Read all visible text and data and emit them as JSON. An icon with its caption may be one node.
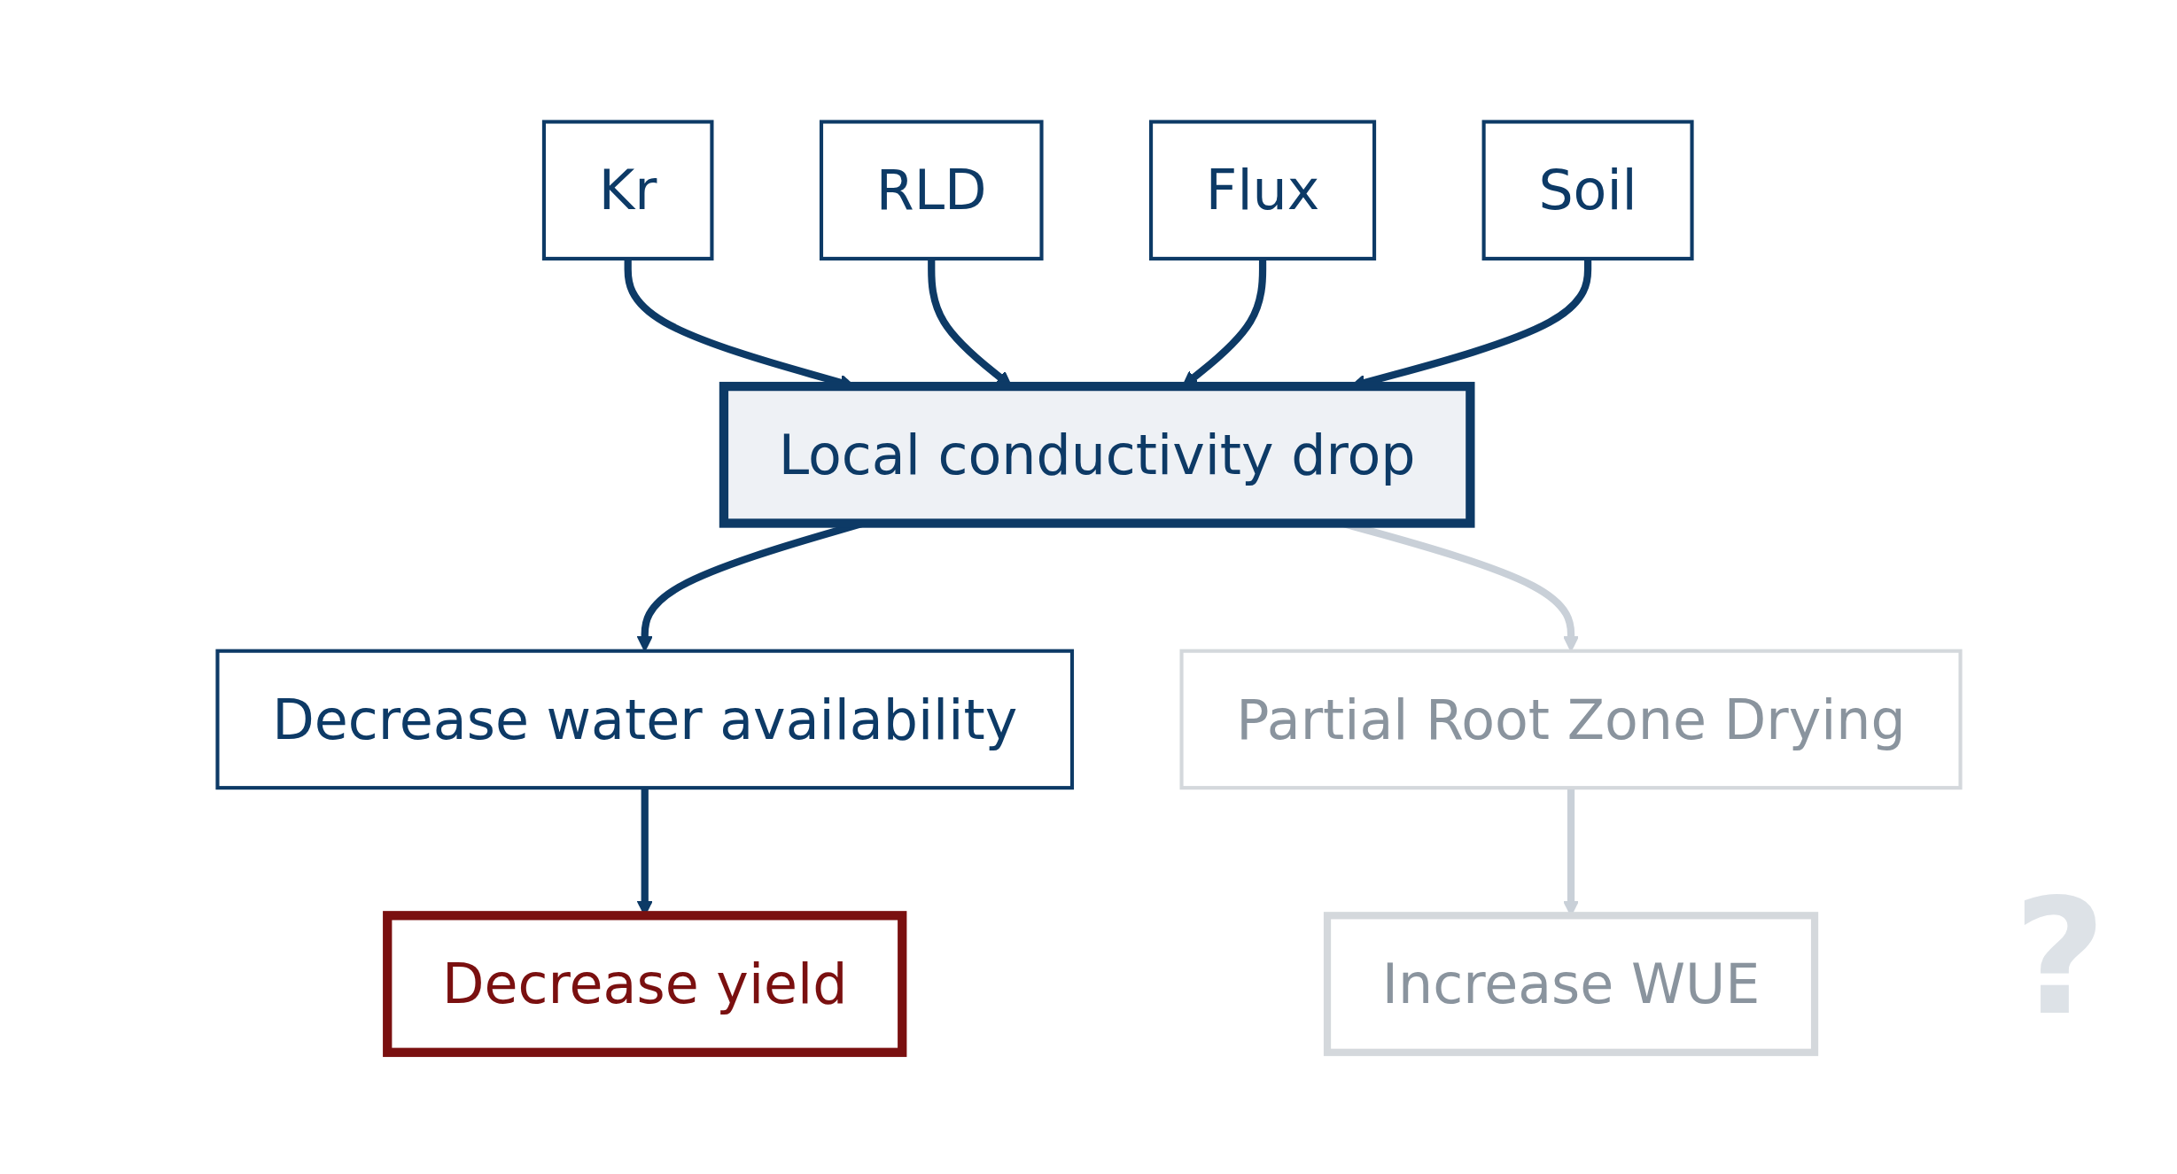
{
  "diagram": {
    "nodes": [
      {
        "text": [
          "Kr"
        ]
      },
      {
        "text": [
          "RLD"
        ]
      },
      {
        "text": [
          "Flux"
        ]
      },
      {
        "text": [
          "Soil"
        ]
      },
      {
        "text": [
          "Local conductivity drop"
        ]
      },
      {
        "text": [
          "Decrease water availability"
        ]
      },
      {
        "text": [
          "Partial Root Zone Drying"
        ]
      },
      {
        "text": [
          "Decrease yield"
        ]
      },
      {
        "text": [
          "Increase WUE"
        ]
      }
    ],
    "edges": [
      {
        "from": 0,
        "to": 4,
        "arrow": "to"
      },
      {
        "from": 1,
        "to": 4,
        "arrow": "to"
      },
      {
        "from": 2,
        "to": 4,
        "arrow": "to"
      },
      {
        "from": 3,
        "to": 4,
        "arrow": "to"
      },
      {
        "from": 4,
        "to": 5,
        "arrow": "to"
      },
      {
        "from": 4,
        "to": 6,
        "arrow": "to",
        "color": "#c9d0d8"
      },
      {
        "from": 5,
        "to": 7,
        "arrow": "to"
      },
      {
        "from": 6,
        "to": 8,
        "arrow": "to",
        "color": "#c9d0d8"
      }
    ],
    "labels": [
      "?"
    ]
  }
}
